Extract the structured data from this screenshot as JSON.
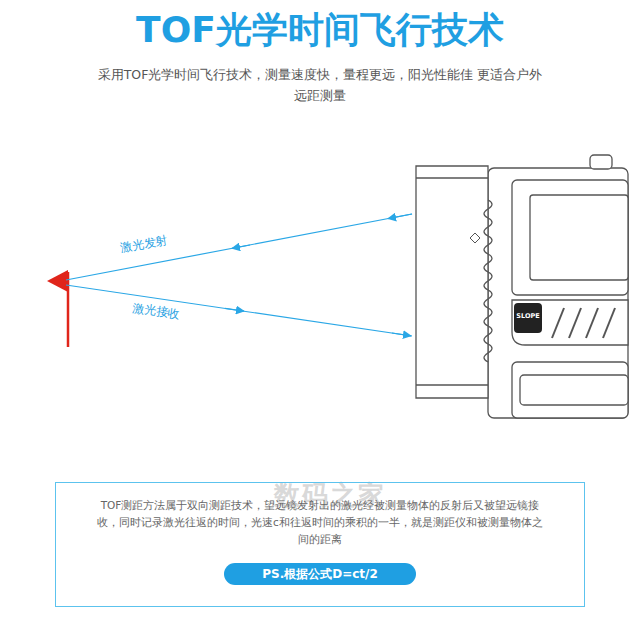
{
  "diagram": {
    "title": "TOF光学时间飞行技术",
    "nodes": [
      {
        "text": [
          "TOF测距方法属于双向测距技术，望远镜发射出的激光经被测量物体的反射后又被望远镜接收，同时记录激光往返的时间，光速c和往返时间的乘积的一半，就是测距仪和被测量物体之间的距离"
        ]
      },
      {
        "text": [
          "PS.根据公式D=ct/2"
        ],
        "in": 0
      }
    ],
    "labels": [
      "采用TOF光学时间飞行技术，测量速度快，量程更远，阳光性能佳 更适合户外远距测量",
      "激光发射",
      "激光接收",
      "SLOPE",
      "数码之家"
    ]
  }
}
